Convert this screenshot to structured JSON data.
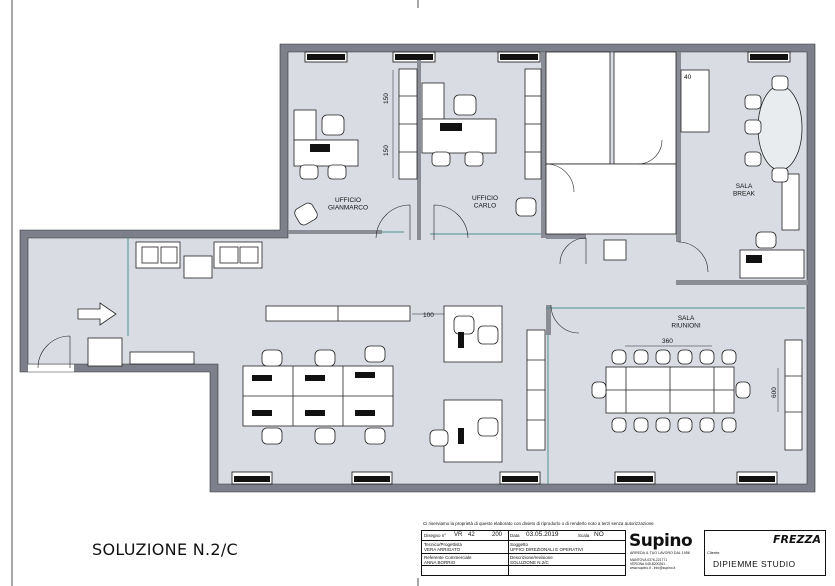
{
  "drawing_title": "SOLUZIONE N.2/C",
  "rooms": {
    "office_1": "UFFICIO\nGIANMARCO",
    "office_2": "UFFICIO\nCARLO",
    "break_room": "SALA\nBREAK",
    "meeting_room": "SALA\nRIUNIONI"
  },
  "dimensions": {
    "d150_upper": "150",
    "d150_lower": "150",
    "d100": "100",
    "d360": "360",
    "d600": "600",
    "d40": "40"
  },
  "title_block": {
    "note": "Ci riserviamo la proprietà di questo elaborato con divieto di riprodurlo o di renderlo noto a terzi senza autorizzazione",
    "disegno_label": "Disegno n°",
    "disegno_code": "VR",
    "disegno_number": "42",
    "disegno_rev": "200",
    "data_label": "Data",
    "date": "03.05.2019",
    "scala_label": "Scala",
    "scale": "NO",
    "tecnico_label": "Tecnico/Progettista",
    "tecnico_value": "VERA ARRIGATO",
    "soggetto_label": "Soggetto",
    "soggetto_value": "UFFICI DIREZIONALI E OPERATIVI",
    "referente_label": "Referente Commerciale",
    "referente_value": "ANNA BORRIO",
    "descrizione_label": "Descrizione/revisione",
    "descrizione_value": "SOLUZIONE N.2/C",
    "company": "Supino",
    "company_tagline": "ARREDA IL TUO LAVORO DAL 1956",
    "company_address": "MANTOVA 0376-221771\nVERONA 045-8200261\nwww.supino.it - info@supino.it",
    "cliente_label": "Cliente",
    "client": "DIPIEMME STUDIO",
    "brand": "FREZZA"
  }
}
